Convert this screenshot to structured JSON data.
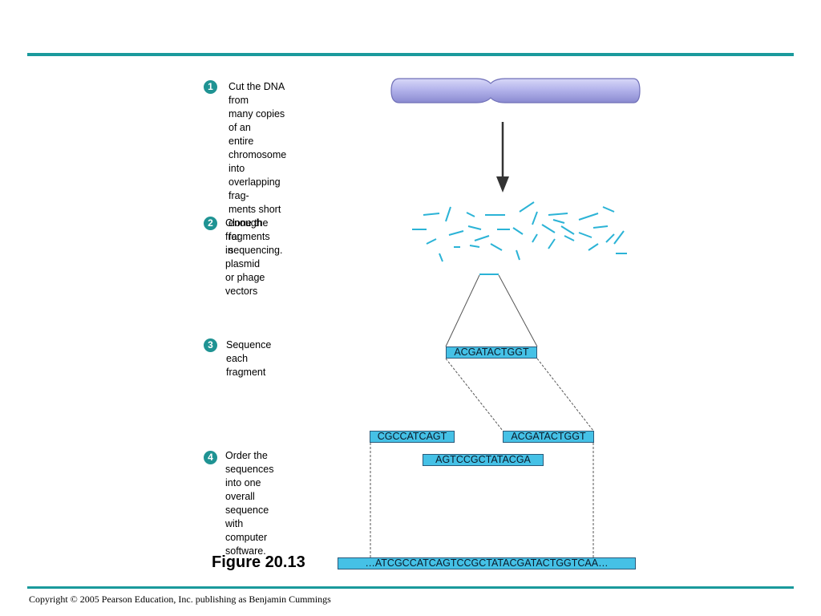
{
  "steps": [
    {
      "number": "1",
      "text": "Cut the DNA from\nmany copies of an\nentire chromosome\ninto overlapping frag-\nments short enough\nfor sequencing."
    },
    {
      "number": "2",
      "text": "Clone the fragments\nin plasmid or phage\nvectors"
    },
    {
      "number": "3",
      "text": "Sequence each\nfragment"
    },
    {
      "number": "4",
      "text": "Order the\nsequences into one\noverall sequence\nwith computer\nsoftware."
    }
  ],
  "sequences": {
    "fragment": "ACGATACTGGT",
    "left_fragment": "CGCCATCAGT",
    "right_fragment": "ACGATACTGGT",
    "middle_fragment": "AGTCCGCTATACGA",
    "overall": "…ATCGCCATCAGTCCGCTATACGATACTGGTCAA…"
  },
  "caption": "Figure 20.13",
  "copyright": "Copyright © 2005 Pearson Education, Inc. publishing as Benjamin Cummings",
  "colors": {
    "accent_rule": "#1a9a9c",
    "badge": "#1f9393",
    "fragment": "#2bb3d6",
    "sequence_box": "#45c1e6",
    "chromosome": "#b8b8ec"
  }
}
